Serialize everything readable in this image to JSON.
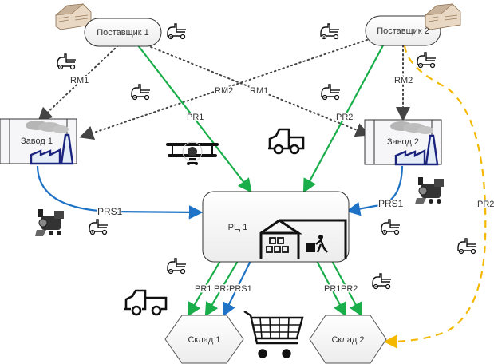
{
  "nodes": {
    "supplier1": "Поставщик 1",
    "supplier2": "Поставщик 2",
    "plant1": "Завод 1",
    "plant2": "Завод 2",
    "dc": "РЦ 1",
    "warehouse1": "Склад 1",
    "warehouse2": "Склад 2"
  },
  "flows": {
    "rm1_left": "RM1",
    "rm1_cross": "RM1",
    "rm2_cross": "RM2",
    "rm2_right": "RM2",
    "pr1_top": "PR1",
    "pr2_top": "PR2",
    "prs1_left": "PRS1",
    "prs1_right": "PRS1",
    "pr2_yellow": "PR2",
    "w1_pr1": "PR1",
    "w1_pr2": "PR2",
    "w1_prs1": "PRS1",
    "w2_pr1": "PR1",
    "w2_pr2": "PR2"
  },
  "colors": {
    "green": "#1aae4a",
    "blue": "#1e73c6",
    "yellow": "#f5b800",
    "dotted": "#444444",
    "factory_blue": "#1a237e"
  }
}
